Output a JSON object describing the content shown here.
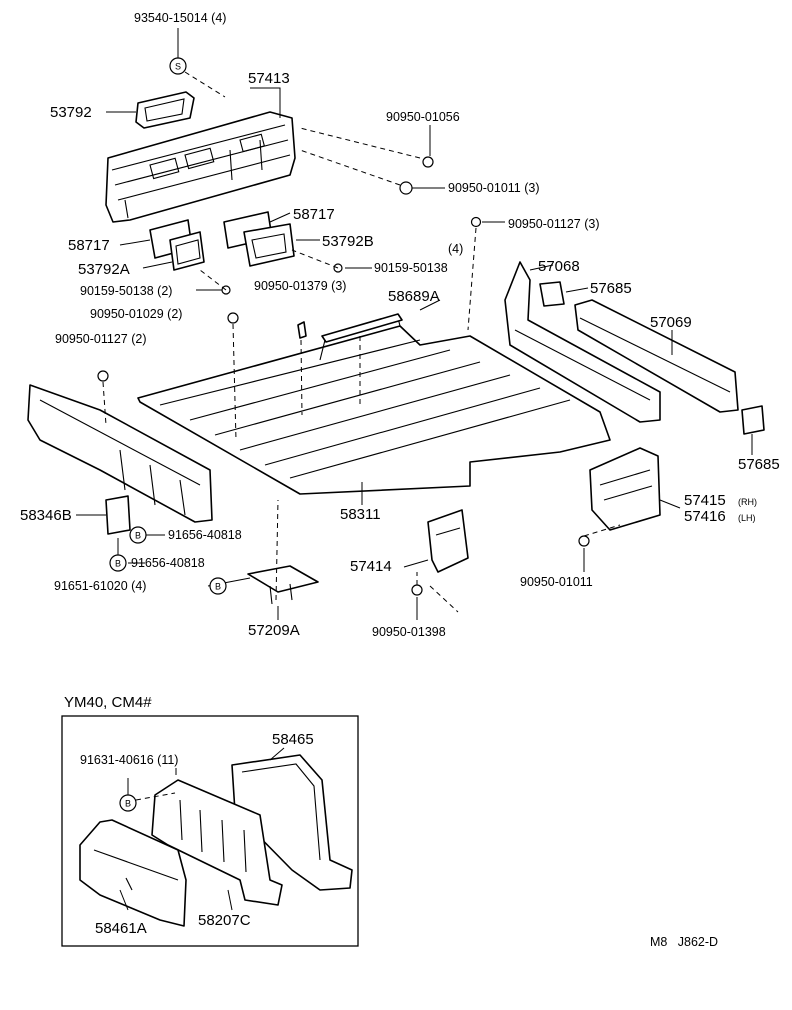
{
  "section_title": "YM40, CM4#",
  "code": "M8   J862-D",
  "symbols": {
    "s": "S",
    "b": "B"
  },
  "labels": {
    "l93540": "93540-15014 (4)",
    "l57413": "57413",
    "l53792": "53792",
    "l90950_01056": "90950-01056",
    "l90950_01011_3": "90950-01011 (3)",
    "l58717_r": "58717",
    "l53792b": "53792B",
    "l90950_01127_3": "90950-01127 (3)",
    "l58717_l": "58717",
    "l53792a": "53792A",
    "l4": "(4)",
    "l90159_50138": "90159-50138",
    "l90159_50138_2": "90159-50138 (2)",
    "l90950_01379_3": "90950-01379 (3)",
    "l58689a": "58689A",
    "l57068": "57068",
    "l57685_a": "57685",
    "l57069": "57069",
    "l90950_01029_2": "90950-01029 (2)",
    "l90950_01127_2": "90950-01127 (2)",
    "l57685_b": "57685",
    "l57415": "57415",
    "l57416": "57416",
    "rh": "(RH)",
    "lh": "(LH)",
    "l58346b": "58346B",
    "l91656_a": "91656-40818",
    "l58311": "58311",
    "l91656_b": "91656-40818",
    "l57414": "57414",
    "l91651": "91651-61020 (4)",
    "l90950_01011": "90950-01011",
    "l57209a": "57209A",
    "l90950_01398": "90950-01398",
    "l58465": "58465",
    "l91631": "91631-40616 (11)",
    "l58461a": "58461A",
    "l58207c": "58207C"
  }
}
